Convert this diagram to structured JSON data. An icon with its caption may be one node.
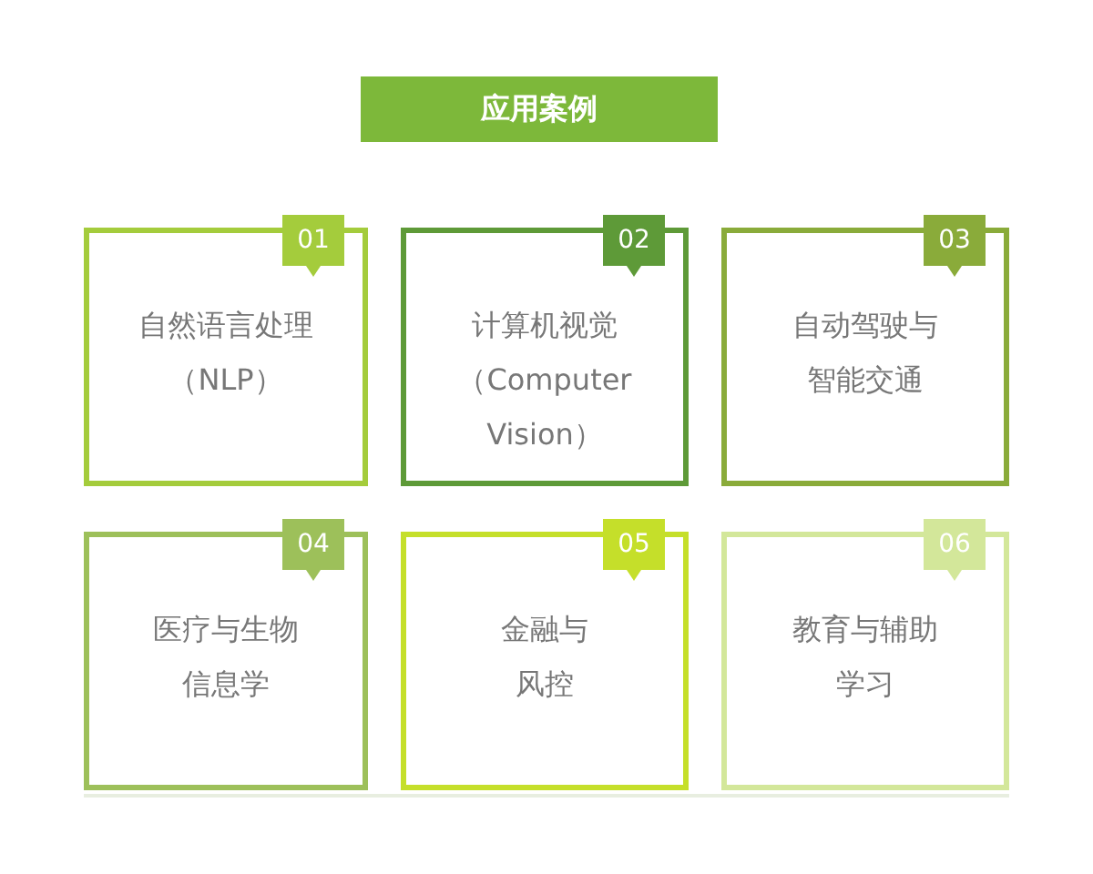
{
  "diagram": {
    "nodes": [
      {
        "text": [
          "应用案例"
        ]
      },
      {
        "text": [
          "01",
          "自然语言处理（NLP）"
        ]
      },
      {
        "text": [
          "02",
          "计算机视觉（Computer Vision）"
        ]
      },
      {
        "text": [
          "03",
          "自动驾驶与智能交通"
        ]
      },
      {
        "text": [
          "04",
          "医疗与生物信息学"
        ]
      },
      {
        "text": [
          "05",
          "金融与风控"
        ]
      },
      {
        "text": [
          "06",
          "教育与辅助学习"
        ]
      }
    ]
  }
}
